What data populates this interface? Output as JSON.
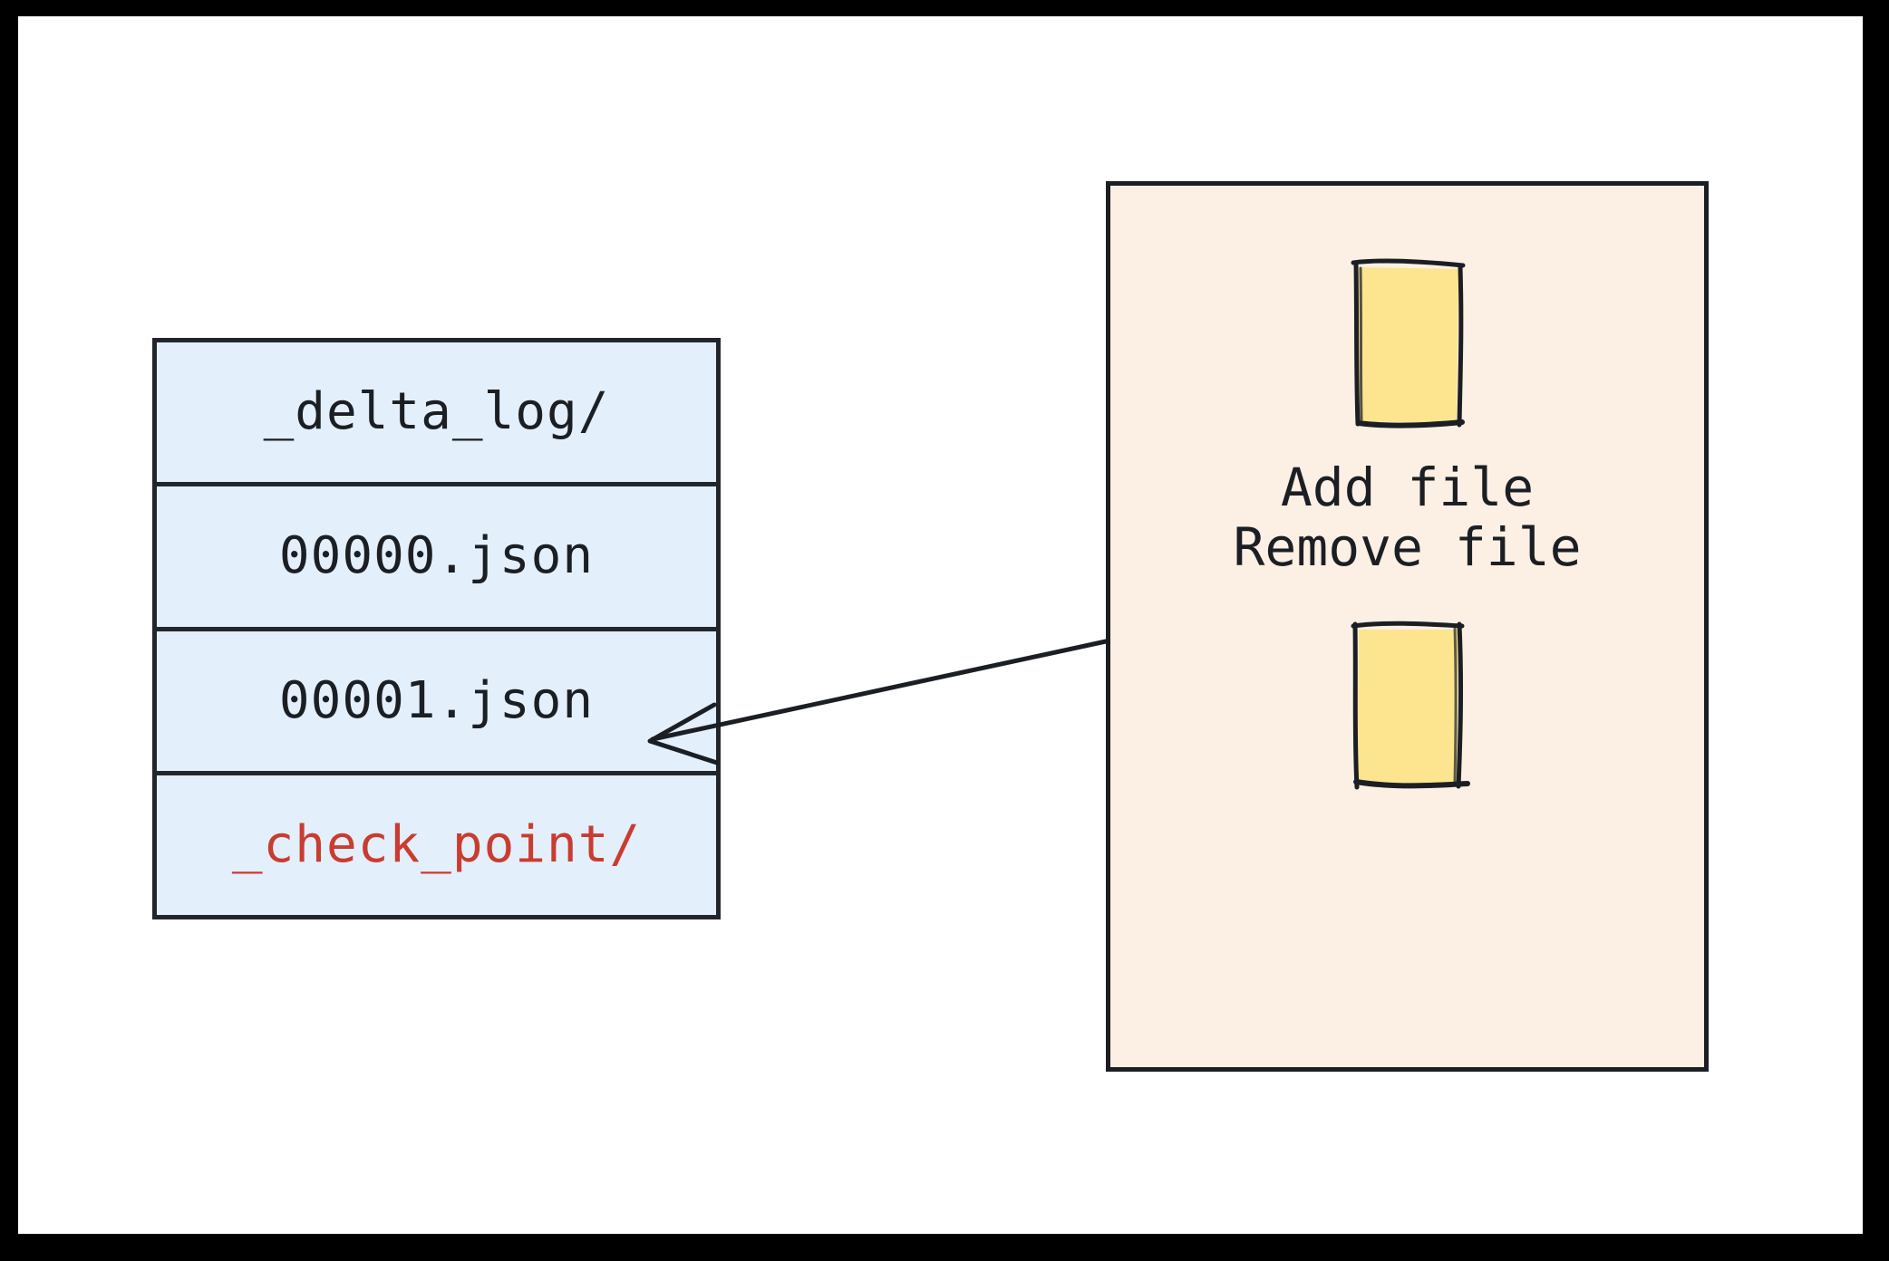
{
  "figure": {
    "title_text": "",
    "frame_color": "#000000",
    "page_background": "#ffffff"
  },
  "file_table": {
    "name": "delta-log-directory-listing",
    "border_color": "#22262b",
    "cell_background": "#e3effb",
    "rows": [
      {
        "label": "_delta_log/",
        "kind": "directory",
        "color": "#1b1f24",
        "highlighted": false
      },
      {
        "label": "00000.json",
        "kind": "file",
        "color": "#1b1f24",
        "highlighted": false
      },
      {
        "label": "00001.json",
        "kind": "file",
        "color": "#1b1f24",
        "highlighted": false
      },
      {
        "label": "_check_point/",
        "kind": "directory",
        "color": "#c93c30",
        "highlighted": true
      }
    ]
  },
  "actions_panel": {
    "name": "commit-actions-panel",
    "background": "#fcefe3",
    "border_color": "#1b1f24",
    "accent_fill": "#fce58e",
    "items": [
      {
        "label": "Add file",
        "icon": "file-sketch-icon"
      },
      {
        "label": "Remove file",
        "icon": "file-sketch-icon"
      }
    ]
  },
  "connector": {
    "name": "panel-to-json-arrow",
    "label": "",
    "from": "actions-panel",
    "to": "00001.json",
    "color": "#1b1f24"
  }
}
